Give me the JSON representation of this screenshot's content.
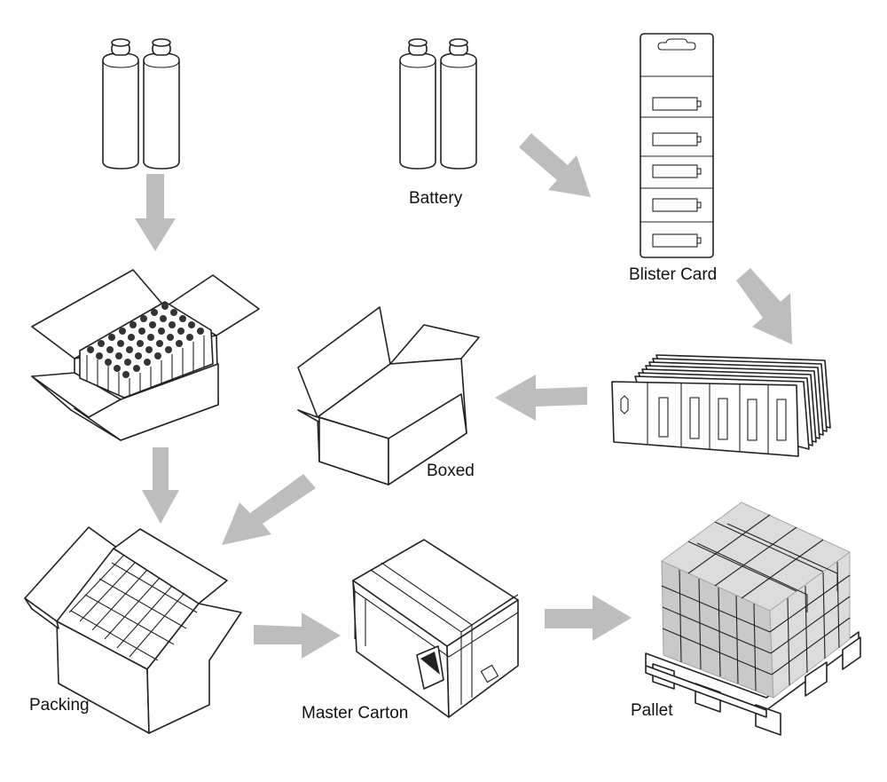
{
  "labels": {
    "battery": "Battery",
    "blister_card": "Blister Card",
    "boxed": "Boxed",
    "packing": "Packing",
    "master_carton": "Master Carton",
    "pallet": "Pallet"
  },
  "colors": {
    "arrow": "#bdbdbd",
    "line": "#222222",
    "pallet_load": "#dcdcdc"
  }
}
